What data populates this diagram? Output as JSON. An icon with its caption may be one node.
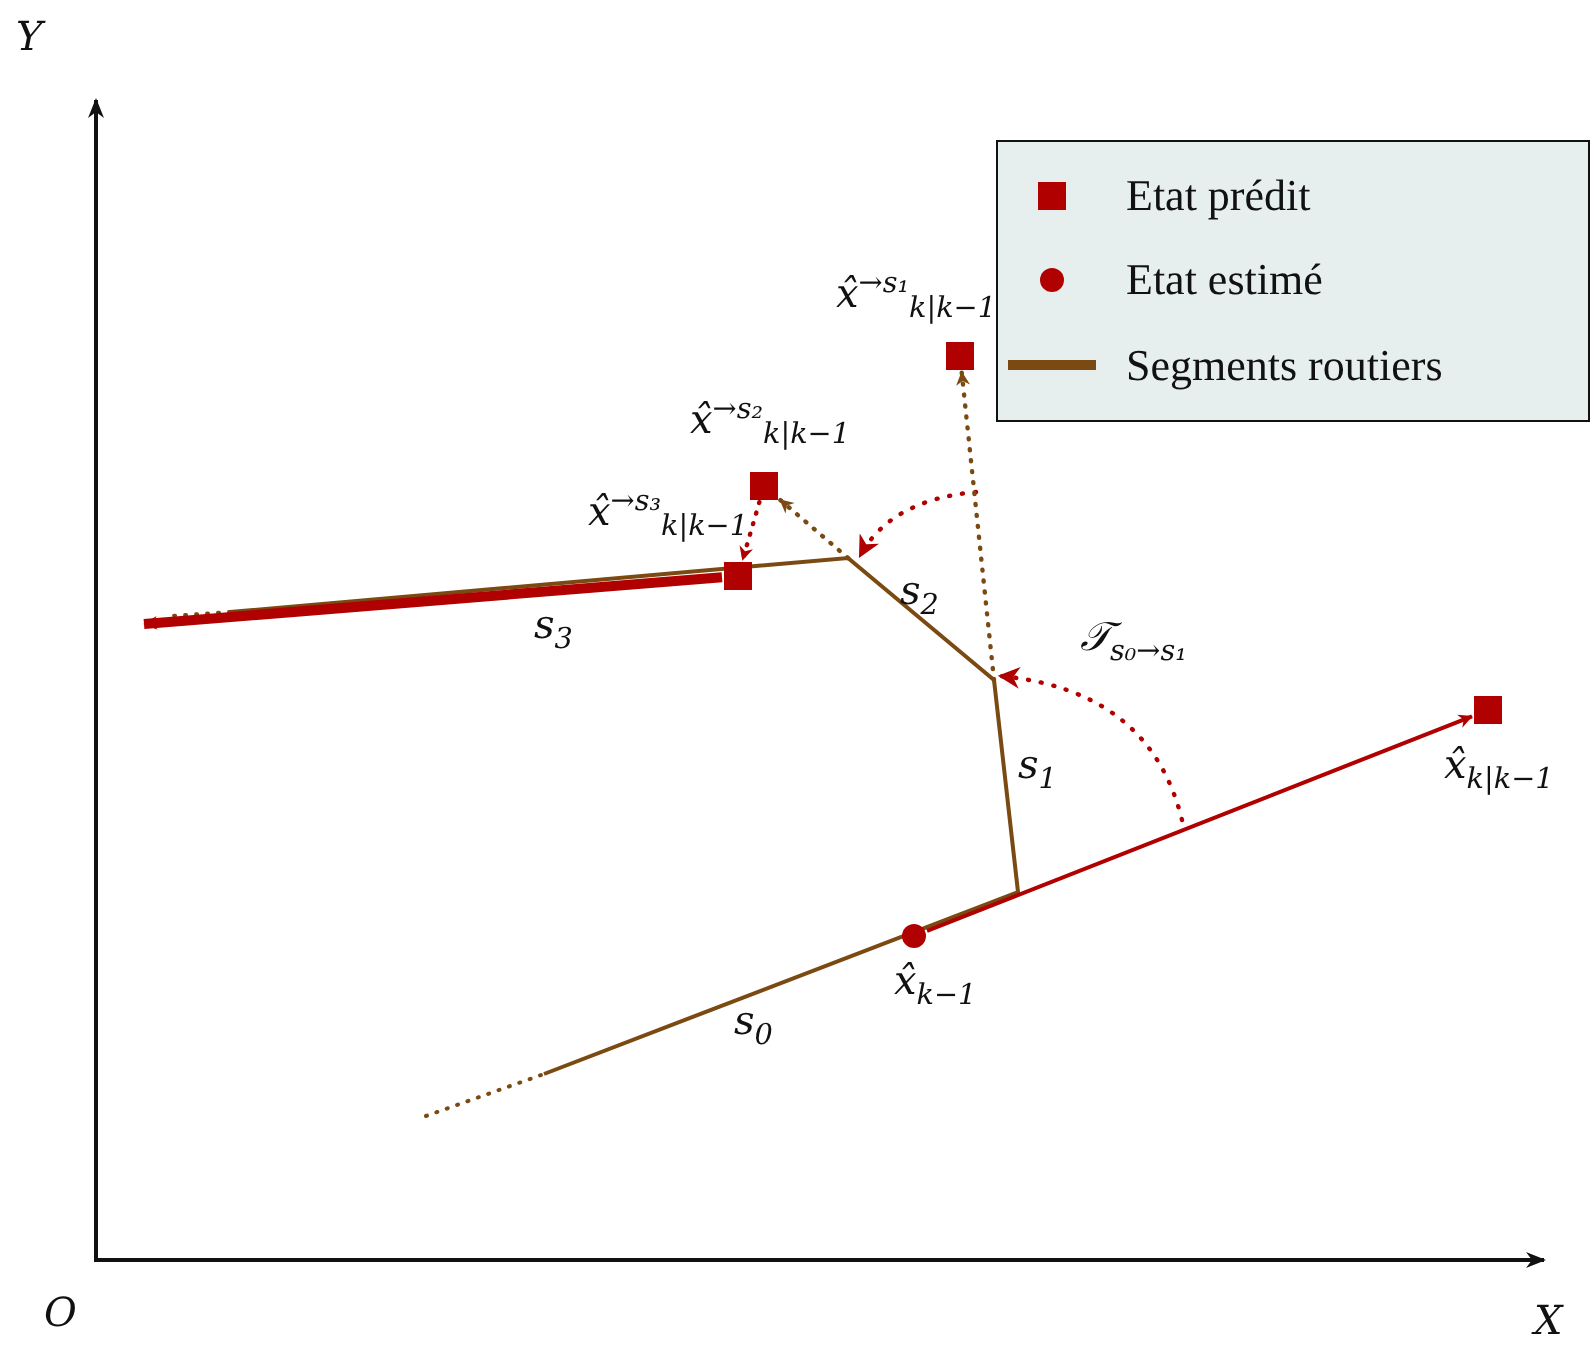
{
  "diagram": {
    "nodes": [
      {
        "text": [],
        "shape": "circle",
        "beside": [
          "x̂$_{k−1}$"
        ]
      },
      {
        "text": [],
        "shape": "box",
        "beside": [
          "x̂$_{k|k−1}$"
        ]
      },
      {
        "text": [],
        "shape": "box",
        "beside": [
          "x̂$^{→s₁}$$_{k|k−1}$"
        ]
      },
      {
        "text": [],
        "shape": "box",
        "beside": [
          "x̂$^{→s₂}$$_{k|k−1}$"
        ]
      },
      {
        "text": [],
        "shape": "box",
        "beside": [
          "x̂$^{→s₃}$$_{k|k−1}$"
        ]
      }
    ],
    "edges": [
      {
        "from": 0,
        "to": 1,
        "arrow": "to"
      },
      {
        "from": null,
        "to": 2,
        "arrow": "to",
        "style": "dashed",
        "color": "#7a4a12"
      },
      {
        "from": null,
        "to": 3,
        "arrow": "to",
        "style": "dashed",
        "color": "#7a4a12"
      },
      {
        "from": 3,
        "to": 4,
        "arrow": "to",
        "style": "dashed"
      },
      {
        "from": 4,
        "to": null,
        "arrow": "to",
        "style": "thick"
      }
    ],
    "labels": [
      "Y",
      "s$_{2}$",
      "𝒯$_{s₀→s₁}$",
      "s$_{3}$",
      "s$_{1}$",
      "s$_{0}$",
      "O",
      "X"
    ],
    "legend": [
      {
        "text": "Etat prédit"
      },
      {
        "text": "Etat estimé"
      },
      {
        "text": "Segments routiers"
      }
    ]
  }
}
